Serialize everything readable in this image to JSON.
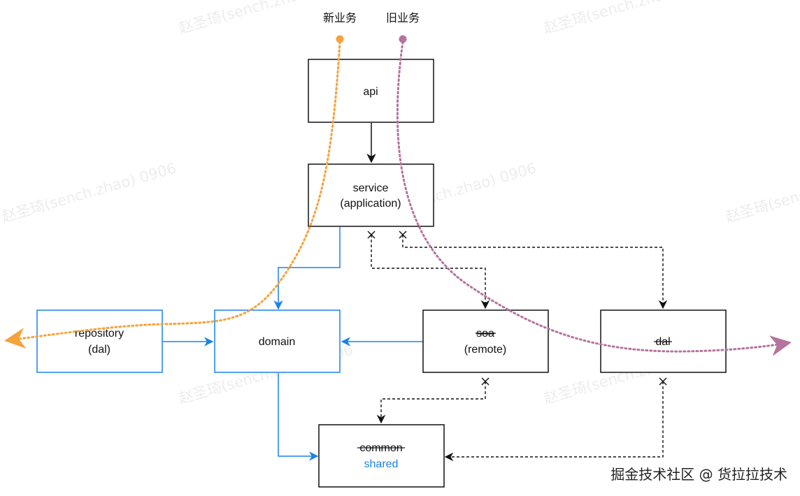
{
  "legend": {
    "new_business": {
      "label": "新业务",
      "color": "#f5a23c"
    },
    "old_business": {
      "label": "旧业务",
      "color": "#b5739d"
    }
  },
  "nodes": {
    "api": {
      "label": "api"
    },
    "service": {
      "line1": "service",
      "line2": "(application)"
    },
    "repository": {
      "line1": "repository",
      "line2": "(dal)"
    },
    "domain": {
      "label": "domain"
    },
    "soa": {
      "line1": "soa",
      "line2": "(remote)"
    },
    "dal": {
      "label": "dal"
    },
    "common": {
      "line1": "common",
      "line2": "shared"
    }
  },
  "colors": {
    "blue": "#1a82e8",
    "black": "#111111",
    "dashed": "#111111"
  },
  "watermark": "赵圣琦(sench.zhao) 0906",
  "footer": "掘金技术社区 @ 货拉拉技术"
}
